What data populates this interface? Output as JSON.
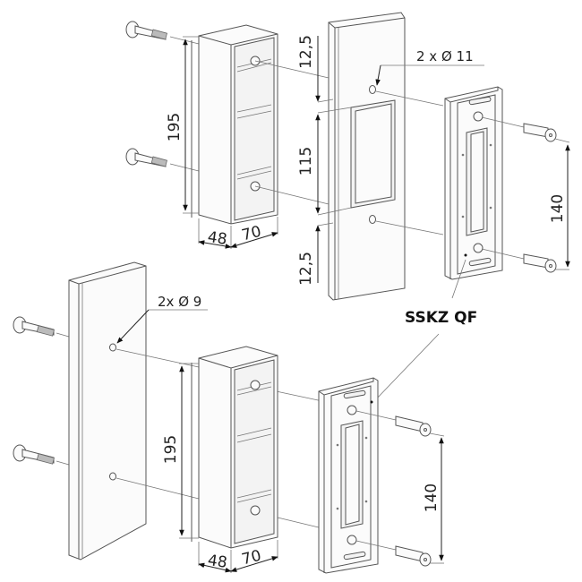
{
  "diagram": {
    "product_label": "SSKZ QF",
    "top_assembly": {
      "hole_callout": "2 x Ø 11",
      "bracket_height": "195",
      "bracket_depth": "48",
      "bracket_width": "70",
      "offset_top": "12,5",
      "cutout_height": "115",
      "offset_bottom": "12,5",
      "screw_spacing": "140"
    },
    "bottom_assembly": {
      "hole_callout": "2x Ø 9",
      "bracket_height": "195",
      "bracket_depth": "48",
      "bracket_width": "70",
      "screw_spacing": "140"
    },
    "colors": {
      "line": "#555555",
      "text": "#222222",
      "background": "#ffffff"
    }
  }
}
